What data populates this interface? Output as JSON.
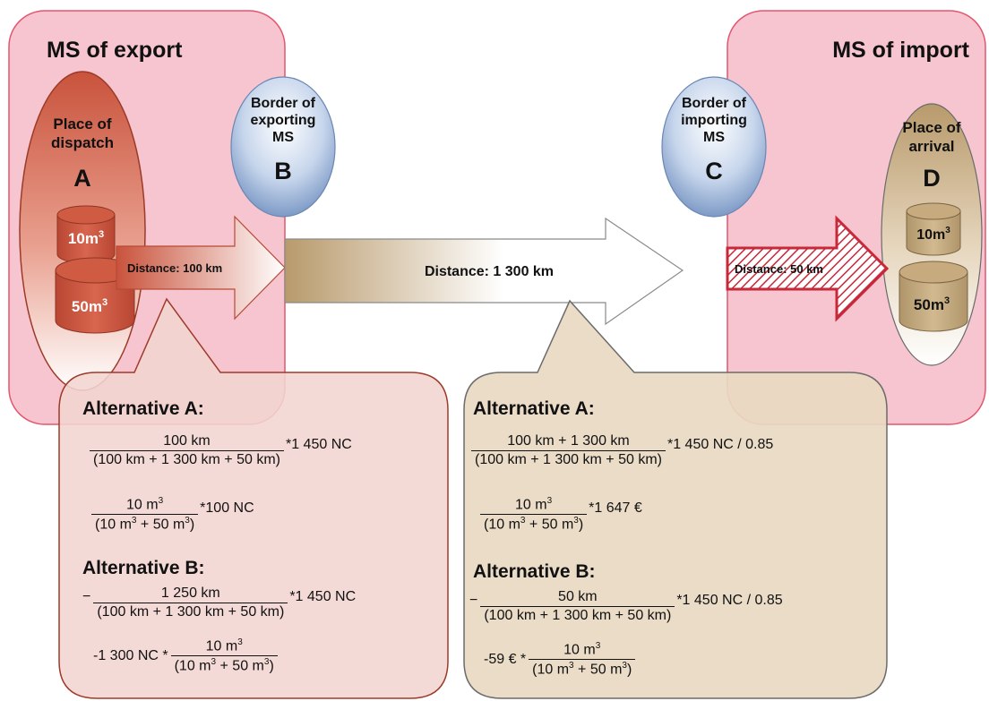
{
  "regions": {
    "export_title": "MS of export",
    "import_title": "MS of import"
  },
  "nodes": {
    "a": {
      "line1": "Place of",
      "line2": "dispatch",
      "letter": "A"
    },
    "b": {
      "line1": "Border of",
      "line2": "exporting",
      "line3": "MS",
      "letter": "B"
    },
    "c": {
      "line1": "Border of",
      "line2": "importing",
      "line3": "MS",
      "letter": "C"
    },
    "d": {
      "line1": "Place of",
      "line2": "arrival",
      "letter": "D"
    }
  },
  "containers": {
    "a_small": "10m",
    "a_large": "50m",
    "d_small": "10m",
    "d_large": "50m",
    "exp": "3"
  },
  "arrows": {
    "ab": "Distance: 100 km",
    "bc": "Distance: 1 300 km",
    "cd": "Distance: 50 km"
  },
  "left_callout": {
    "alt_a_title": "Alternative A:",
    "alt_a_f1": {
      "num": "100 km",
      "den": "(100 km + 1 300 km + 50 km)",
      "post": "*1 450 NC"
    },
    "alt_a_f2": {
      "num_base": "10 m",
      "den_a": "(10 m",
      "den_b": " + 50 m",
      "den_c": ")",
      "post": "*100 NC"
    },
    "alt_b_title": "Alternative B:",
    "alt_b_f1": {
      "pre": "−",
      "num": "1 250 km",
      "den": "(100 km + 1 300 km + 50 km)",
      "post": "*1 450 NC"
    },
    "alt_b_f2": {
      "pre": "-1 300 NC *",
      "num_base": "10 m",
      "den_a": "(10 m",
      "den_b": " + 50 m",
      "den_c": ")"
    }
  },
  "right_callout": {
    "alt_a_title": "Alternative A:",
    "alt_a_f1": {
      "num": "100 km + 1 300 km",
      "den": "(100 km + 1 300 km + 50 km)",
      "post": "*1 450 NC / 0.85"
    },
    "alt_a_f2": {
      "num_base": "10 m",
      "den_a": "(10 m",
      "den_b": " + 50 m",
      "den_c": ")",
      "post": "*1 647 €"
    },
    "alt_b_title": "Alternative B:",
    "alt_b_f1": {
      "pre": "−",
      "num": "50 km",
      "den": "(100 km + 1 300 km + 50 km)",
      "post": "*1 450 NC / 0.85"
    },
    "alt_b_f2": {
      "pre": "-59 € *",
      "num_base": "10 m",
      "den_a": "(10 m",
      "den_b": " + 50 m",
      "den_c": ")"
    }
  },
  "colors": {
    "region_fill": "#f6c5cf",
    "region_stroke": "#e2566e",
    "dispatch_fill": "#c9533c",
    "arrival_fill": "#c9ac82",
    "border_node": "#9fb6d6",
    "left_callout_fill": "#f2d5d0",
    "left_callout_stroke": "#9e3b2a",
    "right_callout_fill": "#e8d9c2",
    "right_callout_stroke": "#6b6b6b",
    "hatch": "#c7283a"
  }
}
